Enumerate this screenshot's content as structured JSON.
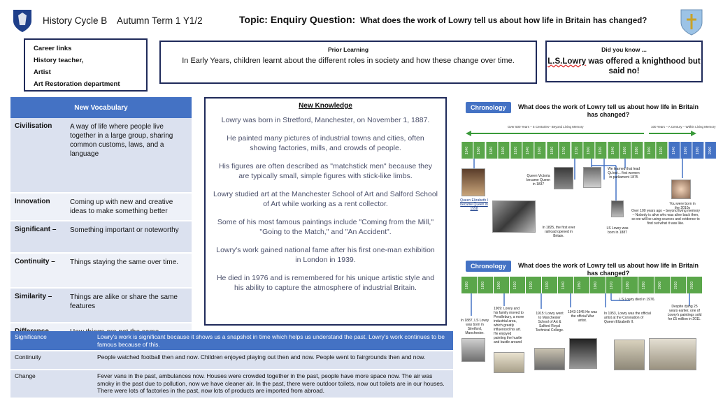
{
  "header": {
    "cycle": "History Cycle B",
    "term": "Autumn Term 1 Y1/2",
    "topic_label": "Topic: Enquiry Question:",
    "topic_question": "What does the work of Lowry tell us about how life in Britain has changed?"
  },
  "career": {
    "items": [
      "Career links",
      "History teacher,",
      "Artist",
      "Art Restoration department"
    ]
  },
  "prior": {
    "heading": "Prior Learning",
    "text": "In Early Years, children learnt about the different roles in society and how these change over time."
  },
  "did_you_know": {
    "heading": "Did you know ...",
    "name": "L.S.Lowry",
    "text": " was offered a knighthood but said no!"
  },
  "vocab": {
    "heading": "New Vocabulary",
    "rows": [
      {
        "term": "Civilisation",
        "def": "A way of life where people live together in a large group, sharing common customs, laws, and a language"
      },
      {
        "term": "Innovation",
        "def": "Coming up with new and creative ideas to make something better"
      },
      {
        "term": "Significant –",
        "def": "Something important or noteworthy"
      },
      {
        "term": "Continuity –",
        "def": "Things staying the same over time."
      },
      {
        "term": "Similarity –",
        "def": "Things are alike or share the same features"
      },
      {
        "term": "Difference –",
        "def": "How things are not the same."
      }
    ]
  },
  "knowledge": {
    "heading": "New Knowledge",
    "paragraphs": [
      "Lowry was born in Stretford, Manchester, on November 1, 1887.",
      "He painted many pictures of industrial towns and cities, often showing factories, mills, and crowds of people.",
      "His figures are often described as \"matchstick men\" because they are typically small, simple figures with stick-like limbs.",
      "Lowry studied art at the Manchester School of Art and Salford School of Art while working as a rent collector.",
      "Some of his most famous paintings include \"Coming from the Mill,\" \"Going to the Match,\" and \"An Accident\".",
      "Lowry's work gained national fame after his first one-man exhibition in London in 1939.",
      "He died in 1976 and is remembered for his unique artistic style and his ability to capture the atmosphere of industrial Britain."
    ]
  },
  "concepts": [
    {
      "label": "Significance",
      "text": "Lowry's work is significant because it shows us a snapshot in time which helps us understand the past. Lowry's work continues to be famous because of this."
    },
    {
      "label": "Continuity",
      "text": "People watched football then and now. Children enjoyed playing out then and now. People went to fairgrounds then and now."
    },
    {
      "label": "Change",
      "text": "Fever vans in the past, ambulances now. Houses were crowded together in the past, people have more space now. The air was smoky in the past due to pollution, now we have cleaner air. In the past, there were outdoor toilets, now out toilets are in our houses. There were lots of factories in the past, now lots of products are imported from abroad."
    }
  ],
  "chrono1": {
    "chip": "Chronology",
    "question": "What does the work of Lowry tell us about how life in Britain has changed?",
    "arrow_left": "Over 500 Years – 5 Centuries– Beyond Living Memory",
    "arrow_right": "100 Years – A Century – Within Living Memory",
    "years": [
      "1540",
      "1560",
      "1580",
      "1600",
      "1620",
      "1640",
      "1660",
      "1680",
      "1700",
      "1720",
      "1800",
      "1820",
      "1840",
      "1860",
      "1880",
      "1900",
      "1920",
      "1940",
      "1960",
      "1980",
      "2000",
      "2020"
    ],
    "captions": {
      "elizabeth": "Queen Elizabeth I became Queen in 1558",
      "victoria": "Queen Victoria became Queen in 1837",
      "ww": "We learned that lead Qu'est... first women in parliament 1875",
      "rail": "In 1825, the first ever railroad opened in Britain.",
      "lowry": "LS Lowry was born in 1887",
      "memory": "Over 100 years ago – beyond living memory – Nobody is alive who was alive back then, so we will be using sources and evidence to find out what it was like.",
      "you": "You were born in the 2010s"
    }
  },
  "chrono2": {
    "chip": "Chronology",
    "question": "What does the work of Lowry tell us about how life in Britain has changed?",
    "years": [
      "1880",
      "1890",
      "1900",
      "1910",
      "1920",
      "1930",
      "1940",
      "1950",
      "1960",
      "1970",
      "1980",
      "1990",
      "2000",
      "2010",
      "2020"
    ],
    "captions": {
      "died": "LS Lowry died in 1976.",
      "born": "In 1887, LS Lowry was born in Stretford, Manchester.",
      "moved": "1909: Lowry and his family moved to Pendlebury, a more industrial area, which greatly influenced his art. He enjoyed painting the hustle and bustle around",
      "school": "1915: Lowry went to Manchester School of Art & Salford Royal Technical College.",
      "war": "1943-1945 He was the official War artist.",
      "coronation": "In 1953, Lowry was the official artist at the Coronation of Queen Elizabeth II.",
      "sold": "Despite dying 25 years earlier, one of Lowry's paintings sold for £5 million in 2011."
    }
  }
}
